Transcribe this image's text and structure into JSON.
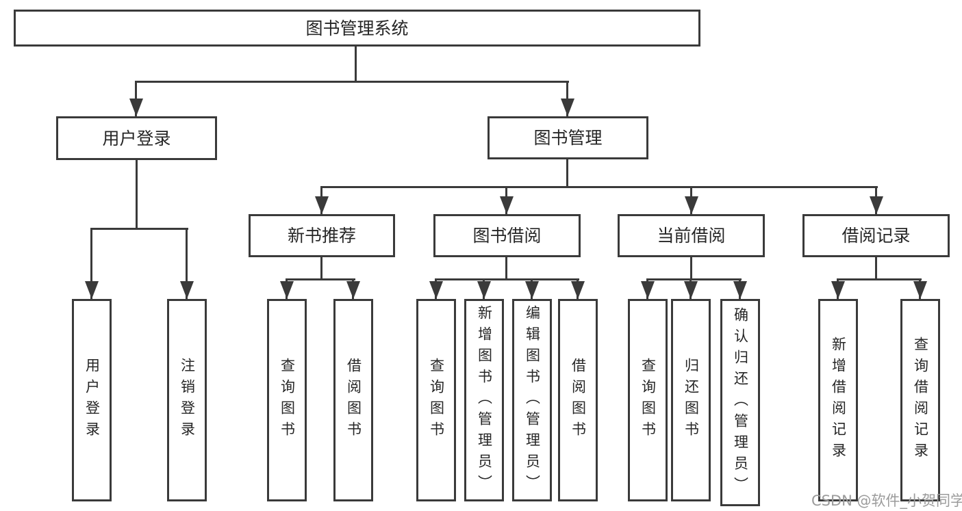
{
  "tree": {
    "root": {
      "label": "图书管理系统"
    },
    "branches": [
      {
        "label": "用户登录",
        "children": [
          {
            "label": "用户登录"
          },
          {
            "label": "注销登录"
          }
        ]
      },
      {
        "label": "图书管理",
        "sections": [
          {
            "label": "新书推荐",
            "children": [
              {
                "label": "查询图书"
              },
              {
                "label": "借阅图书"
              }
            ]
          },
          {
            "label": "图书借阅",
            "children": [
              {
                "label": "查询图书"
              },
              {
                "label": "新增图书（管理员）"
              },
              {
                "label": "编辑图书（管理员）"
              },
              {
                "label": "借阅图书"
              }
            ]
          },
          {
            "label": "当前借阅",
            "children": [
              {
                "label": "查询图书"
              },
              {
                "label": "归还图书"
              },
              {
                "label": "确认归还（管理员）"
              }
            ]
          },
          {
            "label": "借阅记录",
            "children": [
              {
                "label": "新增借阅记录"
              },
              {
                "label": "查询借阅记录"
              }
            ]
          }
        ]
      }
    ]
  },
  "watermark": {
    "text": "CSDN @软件_小贺同学",
    "color": "#9b9b9b"
  },
  "colors": {
    "line": "#3a3a3a",
    "text": "#262626",
    "background": "#ffffff"
  }
}
